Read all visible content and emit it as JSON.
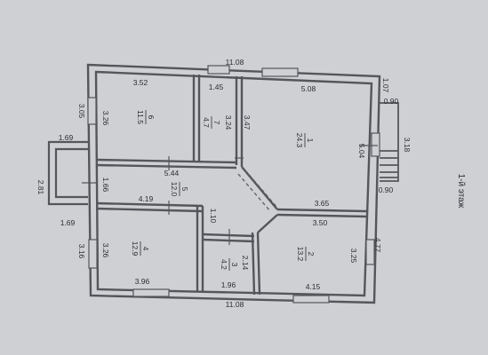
{
  "floor_label": "1-й этаж",
  "dims": {
    "top_width": "11.08",
    "bottom_width": "11.08",
    "room6_top": "3.52",
    "room7_top": "1.45",
    "room1_top": "5.08",
    "left_top_height": "3.05",
    "room6_height": "3.26",
    "room7_height": "3.24",
    "room7_inner": "3.47",
    "right_top": "1.07",
    "porch_depth_top": "0.90",
    "porch_depth_bottom": "0.90",
    "porch_width": "3.18",
    "room1_right": "5.04",
    "left_entry_top": "1.69",
    "left_entry_bottom": "1.69",
    "left_entry_height": "2.81",
    "hall_width": "5.44",
    "hall_height": "1.66",
    "room4_top": "4.19",
    "room5_gap": "1.10",
    "room2_top": "3.65",
    "room2_top_inner": "3.50",
    "right_lower": "4.77",
    "room2_right": "3.25",
    "room3_height": "2.14",
    "left_bottom_height": "3.16",
    "room4_height": "3.26",
    "room4_bottom": "3.96",
    "room3_bottom": "1.96",
    "room2_bottom": "4.15"
  },
  "rooms": [
    {
      "id": "1",
      "area": "24.3"
    },
    {
      "id": "2",
      "area": "13.2"
    },
    {
      "id": "3",
      "area": "4.2"
    },
    {
      "id": "4",
      "area": "12.9"
    },
    {
      "id": "5",
      "area": "12.0"
    },
    {
      "id": "6",
      "area": "11.5"
    },
    {
      "id": "7",
      "area": "4.7"
    }
  ]
}
